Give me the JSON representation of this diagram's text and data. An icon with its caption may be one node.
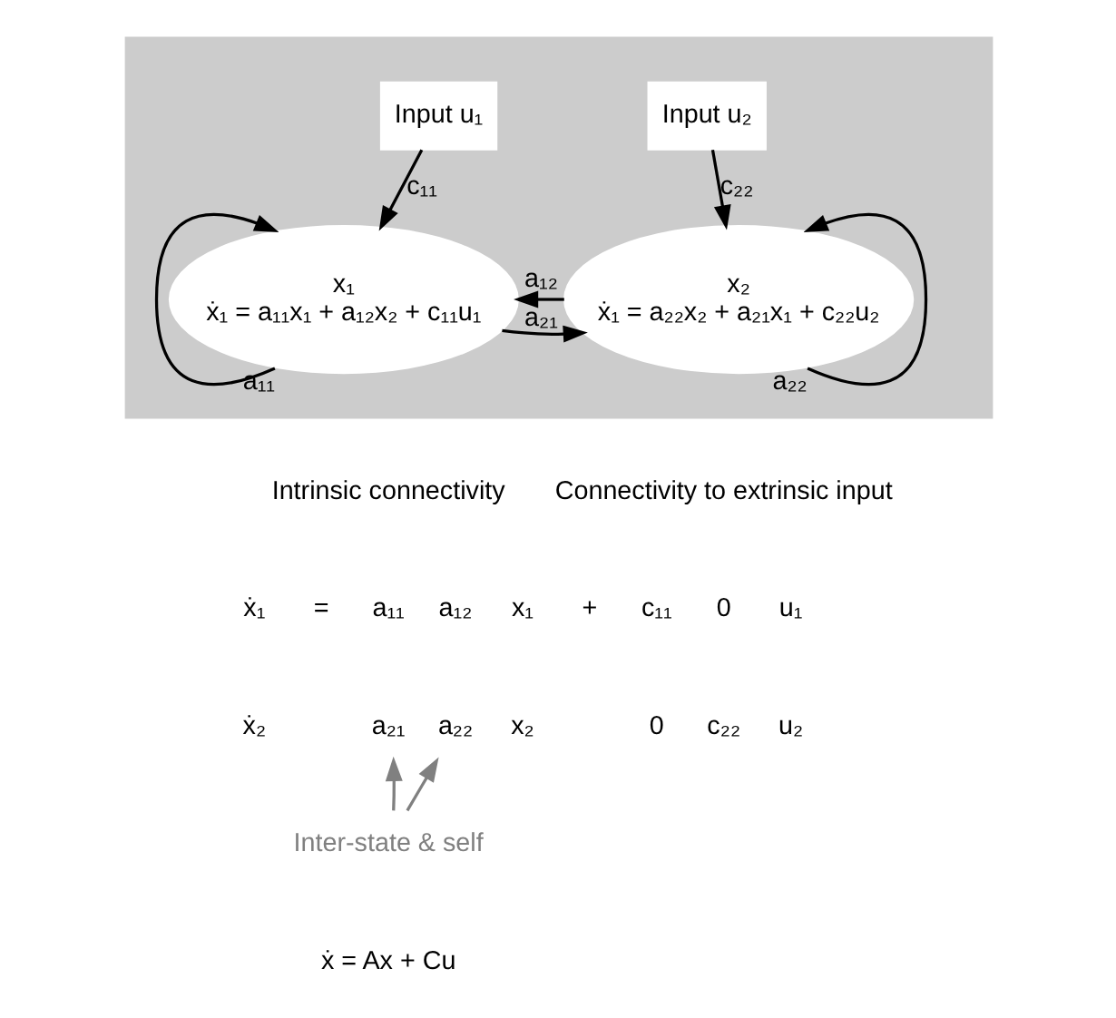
{
  "diagram": {
    "nodes": [
      {
        "text": [],
        "shape": "box"
      },
      {
        "text": [
          "Input u₁"
        ],
        "in": 0
      },
      {
        "text": [
          "Input u₂"
        ],
        "in": 0
      },
      {
        "text": [
          "x₁",
          "ẋ₁ = a₁₁x₁ + a₁₂x₂ + c₁₁u₁"
        ],
        "in": 0
      },
      {
        "text": [
          "x₂",
          "ẋ₁ = a₂₂x₂ + a₂₁x₁ + c₂₂u₂"
        ],
        "in": 0
      },
      {
        "text": [
          "a₂₁"
        ]
      },
      {
        "text": [
          "a₂₂"
        ]
      },
      {
        "text": [
          "Inter-state & self"
        ]
      }
    ],
    "edges": [
      {
        "from": 1,
        "to": 3,
        "arrow": "to",
        "label": "c₁₁"
      },
      {
        "from": 2,
        "to": 4,
        "arrow": "to",
        "label": "c₂₂"
      },
      {
        "from": 4,
        "to": 3,
        "arrow": "to",
        "label": "a₁₂"
      },
      {
        "from": 3,
        "to": 4,
        "arrow": "to",
        "label": "a₂₁"
      },
      {
        "from": 3,
        "to": 3,
        "arrow": "to",
        "label": "a₁₁"
      },
      {
        "from": 4,
        "to": 4,
        "arrow": "to",
        "label": "a₂₂"
      },
      {
        "from": 7,
        "to": 5,
        "arrow": "to",
        "color": "#808080"
      },
      {
        "from": 7,
        "to": 6,
        "arrow": "to",
        "color": "#808080"
      }
    ],
    "labels": [
      "Intrinsic connectivity",
      "Connectivity to extrinsic input",
      "ẋ₁",
      "=",
      "a₁₁",
      "a₁₂",
      "x₁",
      "+",
      "c₁₁",
      "0",
      "u₁",
      "ẋ₂",
      "x₂",
      "0",
      "c₂₂",
      "u₂",
      "ẋ = Ax + Cu"
    ]
  }
}
